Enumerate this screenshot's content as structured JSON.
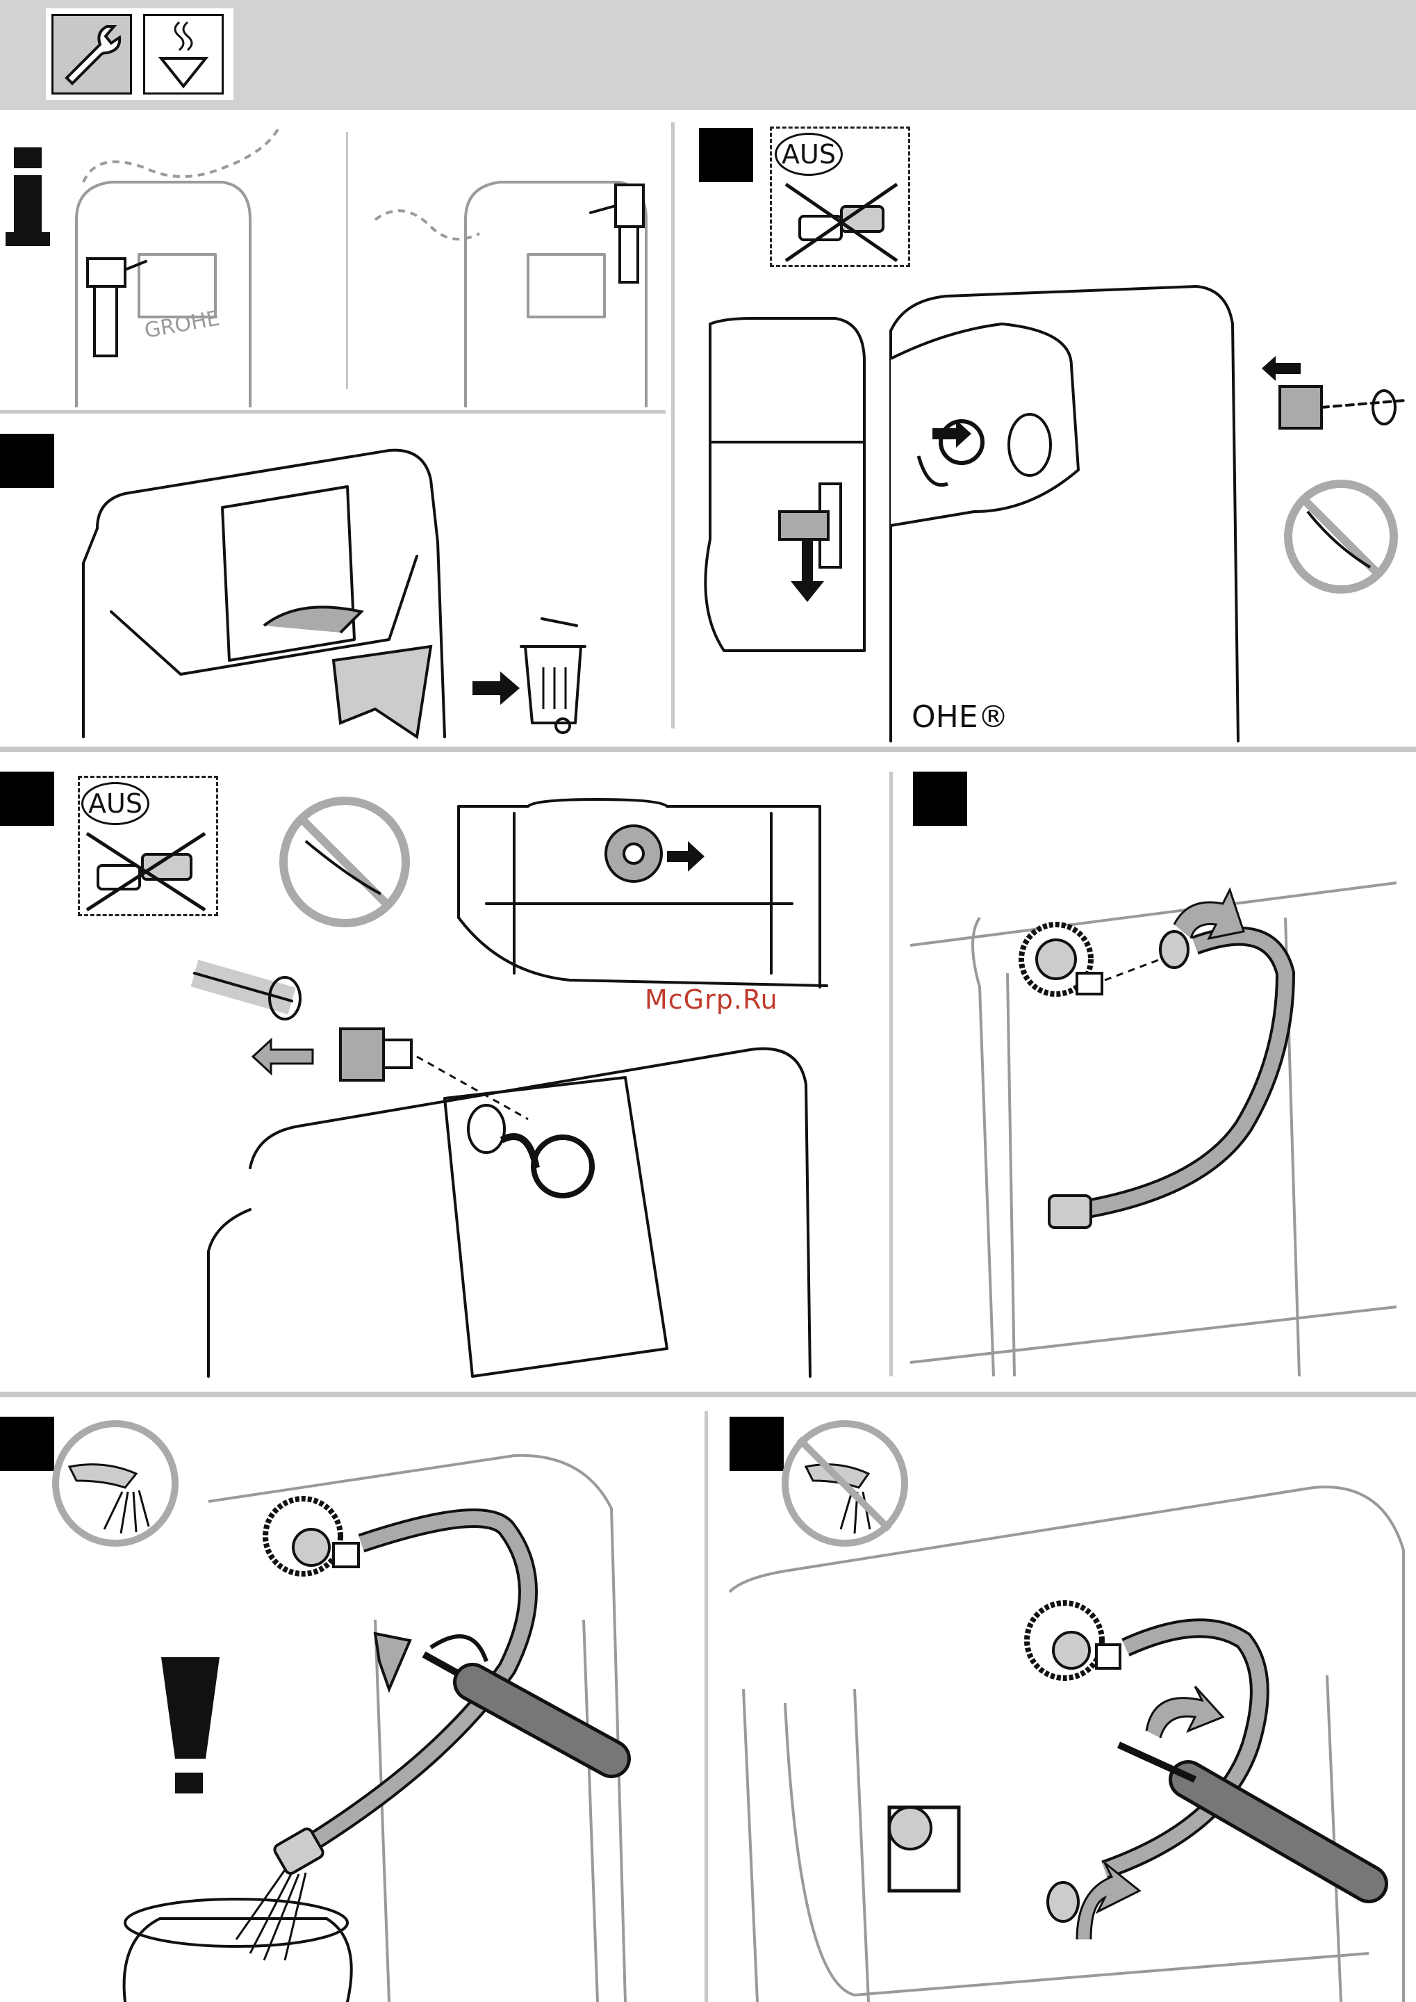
{
  "header": {
    "icons": [
      "wrench-icon",
      "water-supply-icon"
    ]
  },
  "panels": {
    "info": {
      "icon": "info-icon",
      "brand": "GROHE"
    },
    "step_shutoff": {
      "aus_label": "AUS",
      "brand_fragment": "OHE®"
    },
    "step_hose_aus": {
      "aus_label": "AUS"
    },
    "flush_warning": {
      "icon": "exclamation-icon"
    }
  },
  "watermark": "McGrp.Ru",
  "colors": {
    "header_bg": "#d2d2d2",
    "separator": "#c8c8c8",
    "watermark": "#c0392b",
    "grey_drawing": "#9a9a9a"
  }
}
